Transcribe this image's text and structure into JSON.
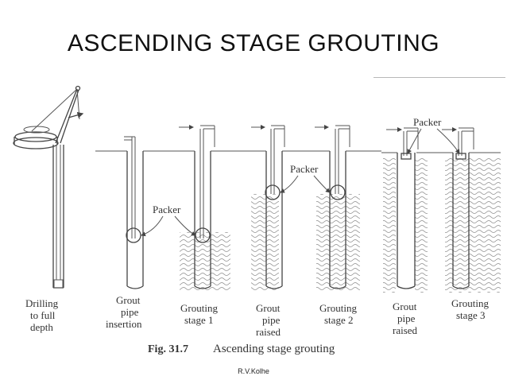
{
  "slide": {
    "title": "ASCENDING STAGE GROUTING",
    "footer": "R.V.Kolhe"
  },
  "figure": {
    "caption_number": "Fig. 31.7",
    "caption_text": "Ascending stage grouting",
    "callouts": [
      "Packer",
      "Packer",
      "Packer"
    ],
    "stages": [
      {
        "line1": "Drilling",
        "line2": "to full",
        "line3": "depth"
      },
      {
        "line1": "Grout",
        "line2": "pipe",
        "line3": "insertion"
      },
      {
        "line1": "Grouting",
        "line2": "stage 1",
        "line3": ""
      },
      {
        "line1": "Grout",
        "line2": "pipe",
        "line3": "raised"
      },
      {
        "line1": "Grouting",
        "line2": "stage 2",
        "line3": ""
      },
      {
        "line1": "Grout",
        "line2": "pipe",
        "line3": "raised"
      },
      {
        "line1": "Grouting",
        "line2": "stage 3",
        "line3": ""
      }
    ]
  }
}
